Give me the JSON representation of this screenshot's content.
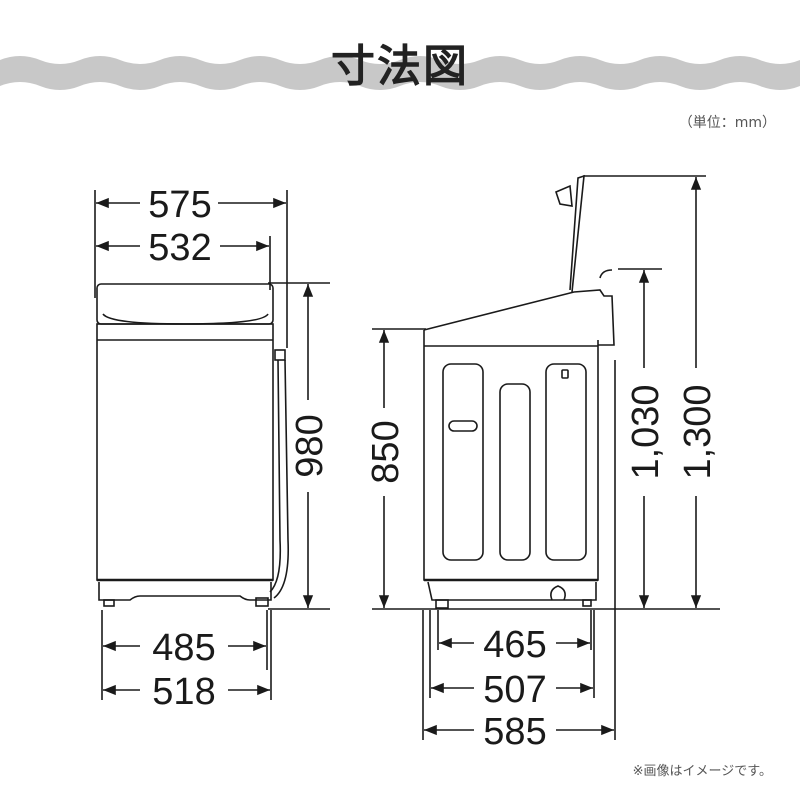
{
  "header": {
    "title": "寸法図",
    "unit_label": "（単位：mm）",
    "banner_color": "#c8c8c8"
  },
  "front_view": {
    "width_top_overall": "575",
    "width_top_body": "532",
    "height": "980",
    "width_feet": "485",
    "width_base": "518"
  },
  "side_view": {
    "height_body": "850",
    "height_with_hose": "1,030",
    "height_lid_open": "1,300",
    "depth_feet": "465",
    "depth_base": "507",
    "depth_overall": "585"
  },
  "footer": {
    "note": "※画像はイメージです。"
  }
}
